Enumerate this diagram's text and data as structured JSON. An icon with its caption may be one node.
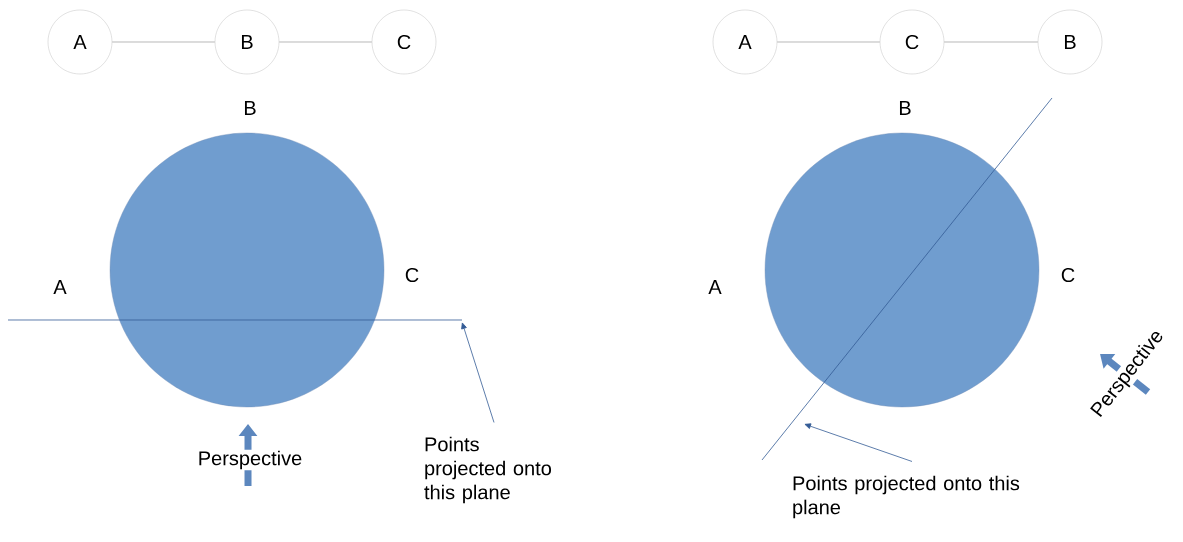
{
  "diagram": {
    "nodes": [
      {
        "text": [
          "A"
        ]
      },
      {
        "text": [
          "B"
        ]
      },
      {
        "text": [
          "C"
        ]
      },
      {
        "text": [
          "A"
        ]
      },
      {
        "text": [
          "C"
        ]
      },
      {
        "text": [
          "B"
        ]
      },
      {
        "text": [],
        "shape": "circle"
      },
      {
        "text": [],
        "shape": "circle"
      },
      {
        "text": [
          "Points projected onto this plane"
        ]
      },
      {
        "text": [
          "Points projected onto this plane"
        ]
      }
    ],
    "edges": [
      {
        "from": 0,
        "to": 1,
        "arrow": "none"
      },
      {
        "from": 1,
        "to": 2,
        "arrow": "none"
      },
      {
        "from": 3,
        "to": 4,
        "arrow": "none"
      },
      {
        "from": 4,
        "to": 5,
        "arrow": "none"
      },
      {
        "from": 8,
        "to": null,
        "arrow": "to",
        "color": "#345c96"
      },
      {
        "from": 9,
        "to": null,
        "arrow": "to",
        "color": "#345c96"
      }
    ],
    "labels": [
      "B",
      "A",
      "C",
      "Perspective",
      "B",
      "A",
      "C",
      "Perspective"
    ]
  }
}
